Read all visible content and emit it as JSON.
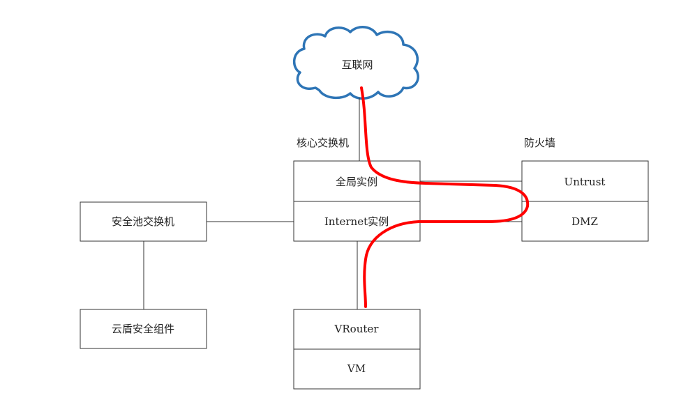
{
  "internet": {
    "label": "互联网"
  },
  "core_switch": {
    "title": "核心交换机",
    "global_instance": "全局实例",
    "internet_instance": "Internet实例"
  },
  "firewall": {
    "title": "防火墙",
    "untrust": "Untrust",
    "dmz": "DMZ"
  },
  "security_pool_switch": {
    "label": "安全池交换机"
  },
  "cloud_shield": {
    "label": "云盾安全组件"
  },
  "vrouter_group": {
    "vrouter": "VRouter",
    "vm": "VM"
  },
  "colors": {
    "cloud_stroke": "#2e75b6",
    "route_path": "#ff0000",
    "lines": "#333333"
  }
}
